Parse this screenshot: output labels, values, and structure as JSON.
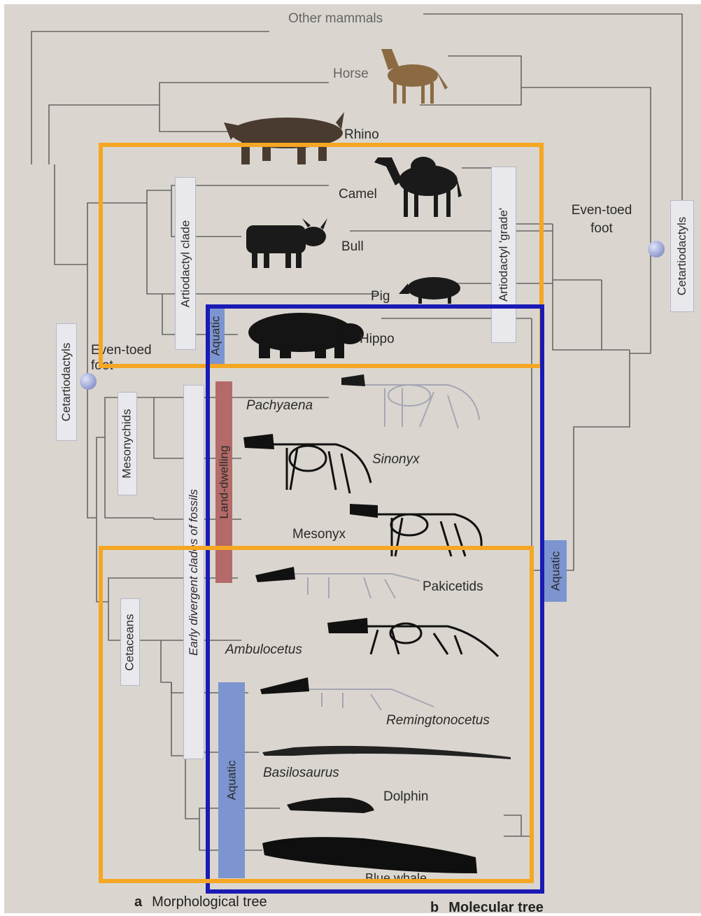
{
  "taxa": {
    "other_mammals": "Other mammals",
    "horse": "Horse",
    "rhino": "Rhino",
    "camel": "Camel",
    "bull": "Bull",
    "pig": "Pig",
    "hippo": "Hippo",
    "pachyaena": "Pachyaena",
    "sinonyx": "Sinonyx",
    "mesonyx": "Mesonyx",
    "pakicetids": "Pakicetids",
    "ambulocetus": "Ambulocetus",
    "remingtonocetus": "Remingtonocetus",
    "basilosaurus": "Basilosaurus",
    "dolphin": "Dolphin",
    "blue_whale": "Blue whale"
  },
  "clade_labels": {
    "artiodactyl_clade": "Artiodactyl clade",
    "aquatic_top": "Aquatic",
    "cetartiodactyls_left": "Cetartiodactyls",
    "even_toed_left": "Even-toed foot",
    "mesonychids": "Mesonychids",
    "early_divergent": "Early divergent clades of fossils",
    "land_dwelling": "Land-dwelling",
    "cetaceans": "Cetaceans",
    "aquatic_bottom": "Aquatic",
    "artiodactyl_grade": "Artiodactyl 'grade'",
    "even_toed_right": "Even-toed foot",
    "cetartiodactyls_right": "Cetartiodactyls",
    "aquatic_right": "Aquatic"
  },
  "captions": {
    "a_letter": "a",
    "a_text": "Morphological tree",
    "b_letter": "b",
    "b_text": "Molecular tree"
  },
  "colors": {
    "orange_box": "#f5a623",
    "blue_box": "#1a1ab4",
    "aquatic_bar": "#7c94cf",
    "land_bar": "#b46a68",
    "label_bar": "#e9e8ec"
  }
}
